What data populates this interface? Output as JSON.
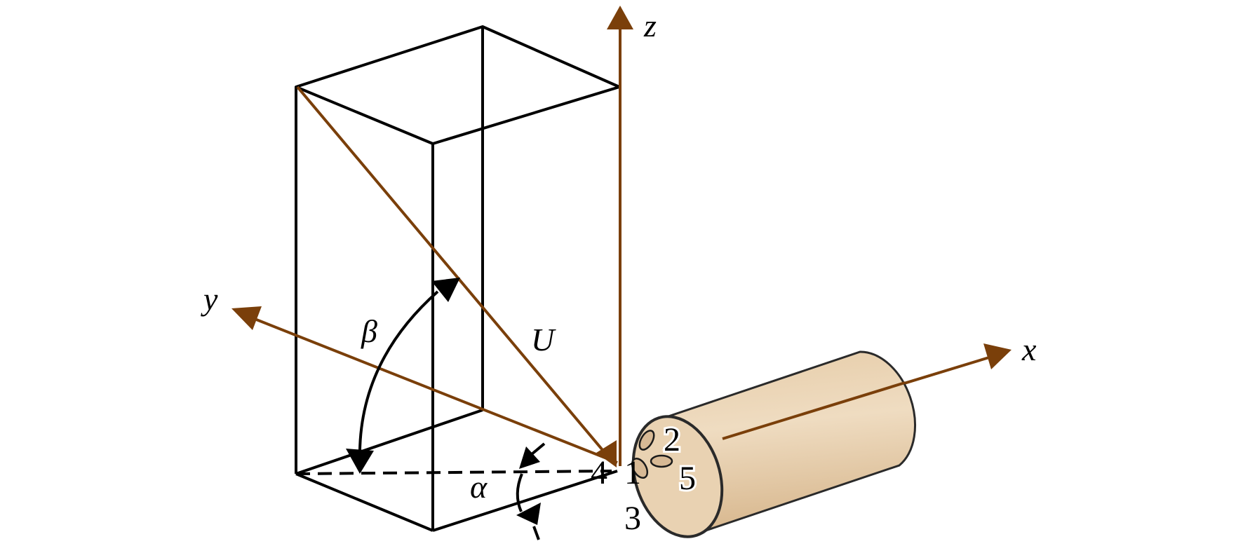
{
  "labels": {
    "z_axis": "z",
    "y_axis": "y",
    "x_axis": "x",
    "velocity": "U",
    "beta": "β",
    "alpha": "α",
    "hole_1": "1",
    "hole_2": "2",
    "hole_3": "3",
    "hole_4": "4",
    "hole_5": "5"
  },
  "colors": {
    "axis": "#7a3f0a",
    "frame": "#000000",
    "probe_fill": "#ead3b4",
    "probe_edge": "#2a2a2a"
  }
}
